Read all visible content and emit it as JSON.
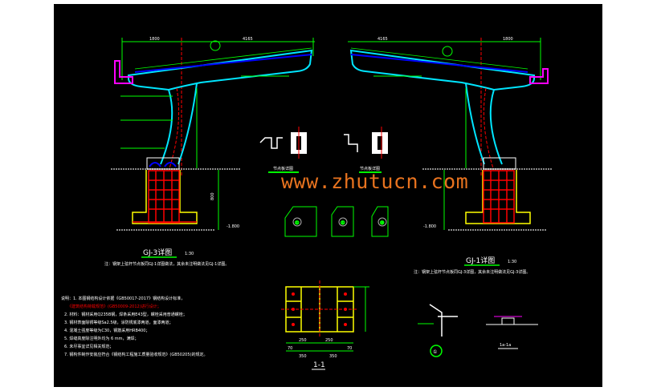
{
  "watermark": "www.zhutucn.com",
  "colors": {
    "background": "#000000",
    "cyan": "#00e5ff",
    "green": "#00ff00",
    "red": "#ff0000",
    "yellow": "#ffff00",
    "blue": "#0000ff",
    "magenta": "#ff00ff",
    "watermark": "#e8731f"
  },
  "left_frame": {
    "title": "GJ-3详图",
    "scale": "1:30",
    "dims": {
      "span_left": "1800",
      "span_right": "4165",
      "height": "800",
      "depth": "-1.800"
    },
    "note": "注：钢架上弦杆节点板同GJ-1详图做法，其余未注明做法见GJ-1详图。"
  },
  "right_frame": {
    "title": "GJ-1详图",
    "scale": "1:30",
    "dims": {
      "span_left": "4165",
      "span_right": "1800",
      "depth": "-1.800"
    },
    "note": "注：钢架上弦杆节点板同GJ-3详图，其余未注明做法见GJ-3详图。"
  },
  "details": {
    "section_a": "节点板详图",
    "section_b": "节点板详图",
    "plate1": "①",
    "plate2": "①",
    "plate3": "②",
    "section_1_1": "1-1",
    "detail_1": "①",
    "section_1a": "1a-1a",
    "dims_1_1": [
      "70",
      "250",
      "250",
      "70",
      "350",
      "350"
    ]
  },
  "notes": [
    "说明：1. 本图钢结构设计依据《GB50017-2017》钢结构设计标准，",
    "《建筑结构荷载规范》(GB50009-2012)进行设计；",
    "2. 材料：钢材采用Q235B钢，焊条采用E43型，螺栓采用普通螺栓；",
    "3. 钢材表面除锈等级Sa2.5级，涂防锈底漆两道，面漆两道；",
    "4. 混凝土强度等级为C30，钢筋采用HRB400；",
    "5. 焊缝高度除注明外均为 6 mm，满焊；",
    "6. 未尽事宜详见相关规范；",
    "7. 钢构件制作安装应符合《钢结构工程施工质量验收规范》(GB50205)的规定。"
  ]
}
